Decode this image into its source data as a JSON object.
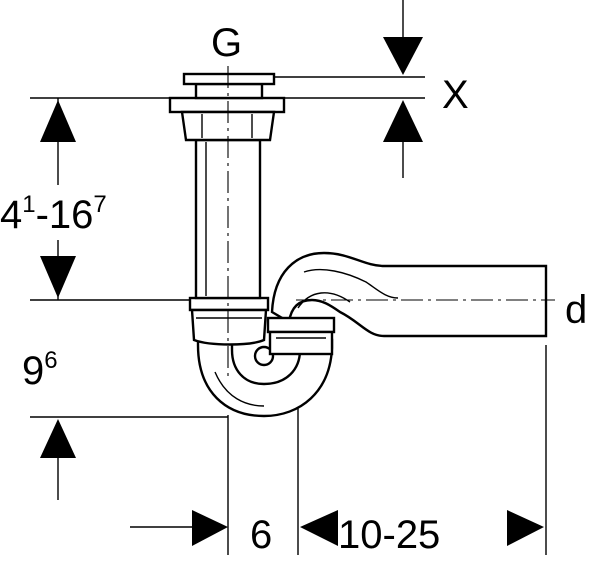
{
  "labels": {
    "g": "G",
    "x": "X",
    "d": "d",
    "height_main": "4",
    "height_sup1": "1",
    "height_mid": "-16",
    "height_sup2": "7",
    "depth_main": "9",
    "depth_sup": "6",
    "width_inner": "6",
    "width_range": "10-25"
  }
}
